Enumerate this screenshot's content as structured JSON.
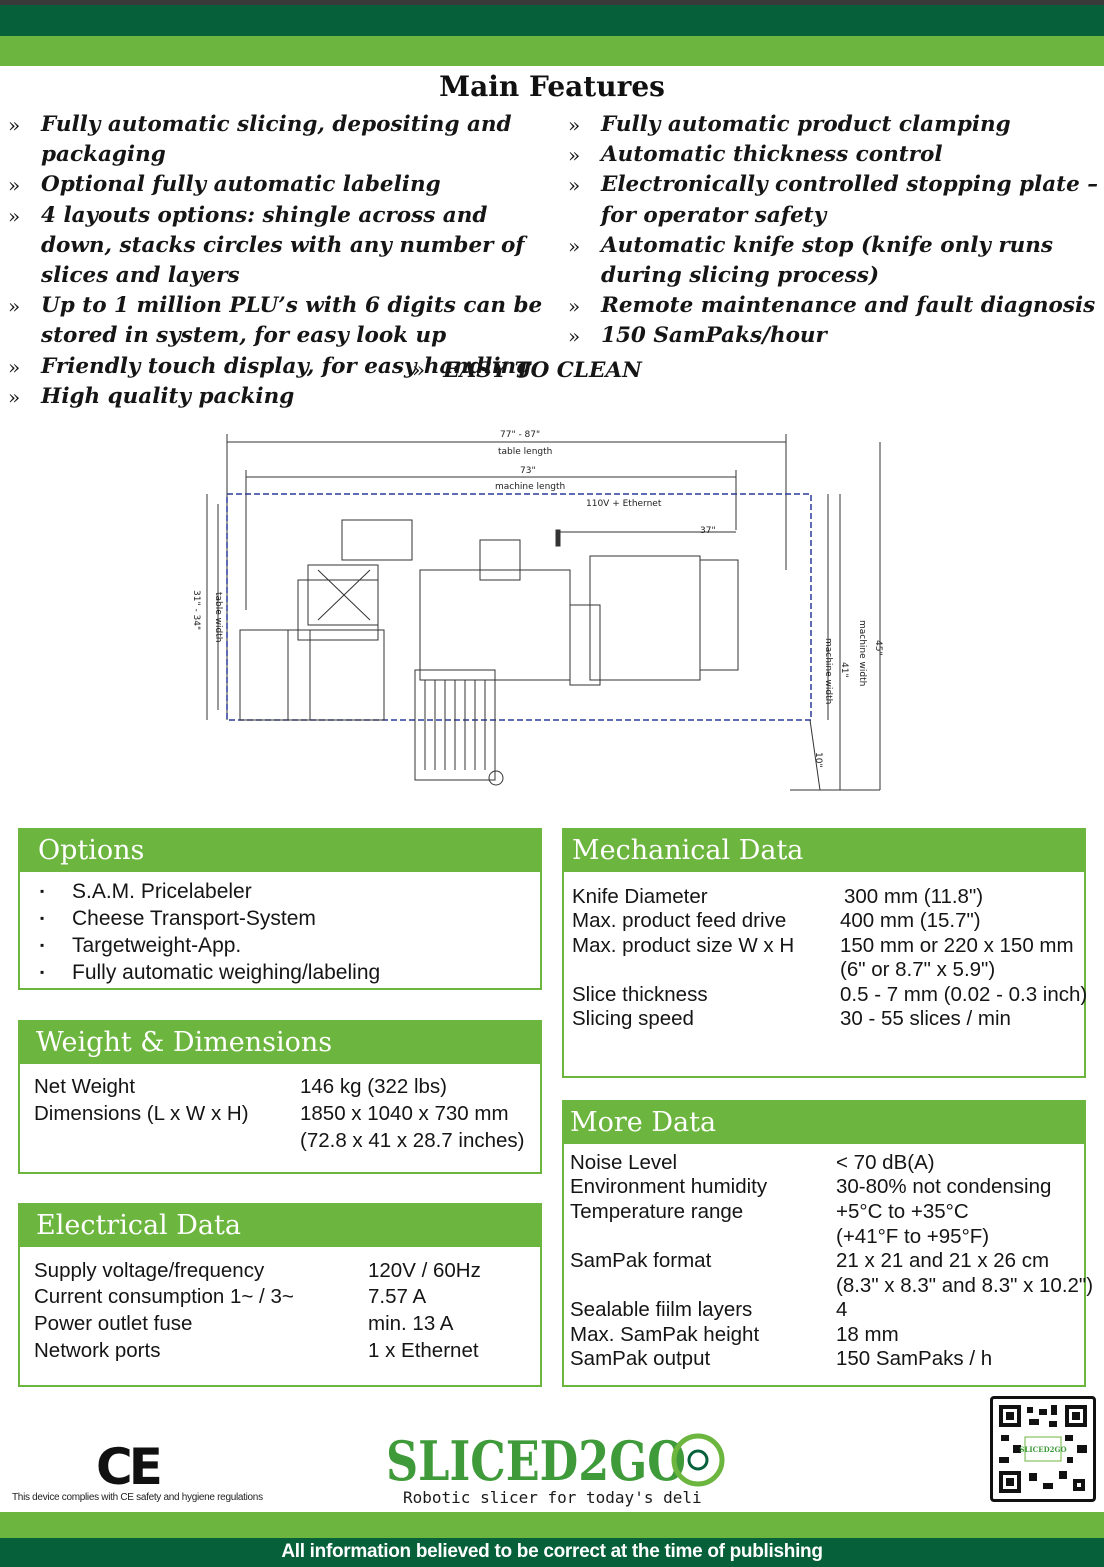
{
  "features": {
    "title": "Main Features",
    "bullet": "»",
    "left": [
      "Fully automatic slicing, depositing and packaging",
      "Optional fully automatic labeling",
      "4 layouts options: shingle across and down, stacks circles with any number of slices and layers",
      "Up to 1 million PLU’s with 6 digits can be stored in system, for easy look up",
      "Friendly touch display, for easy handling",
      "High quality packing"
    ],
    "right": [
      "Fully automatic product clamping",
      "Automatic thickness control",
      "Electronically controlled stopping plate – for operator safety",
      "Automatic knife stop (knife only runs during slicing process)",
      "Remote maintenance and fault diagnosis",
      "150 SamPaks/hour"
    ],
    "center": "EASY TO CLEAN"
  },
  "drawing": {
    "table_length": "77\" - 87\"",
    "table_length_label": "table length",
    "machine_length": "73\"",
    "machine_length_label": "machine length",
    "power": "110V + Ethernet",
    "dim_37": "37\"",
    "table_width": "31\" - 34\"",
    "table_width_label": "table width",
    "machine_width_41": "41\"",
    "machine_width_label": "machine width",
    "machine_width_45": "45\"",
    "dim_10": "10\""
  },
  "options": {
    "title": "Options",
    "items": [
      "S.A.M. Pricelabeler",
      "Cheese Transport-System",
      "Targetweight-App.",
      "Fully automatic weighing/labeling"
    ]
  },
  "weight": {
    "title": "Weight & Dimensions",
    "rows": [
      {
        "label": "Net Weight",
        "value": "146 kg (322 lbs)"
      },
      {
        "label": "Dimensions (L x W x H)",
        "value": "1850 x 1040 x 730 mm"
      },
      {
        "label": "",
        "value": "(72.8 x 41 x 28.7 inches)"
      }
    ]
  },
  "electrical": {
    "title": "Electrical Data",
    "rows": [
      {
        "label": "Supply voltage/frequency",
        "value": "120V / 60Hz"
      },
      {
        "label": "Current consumption 1~ / 3~",
        "value": "7.57 A"
      },
      {
        "label": "Power outlet fuse",
        "value": "min. 13 A"
      },
      {
        "label": "Network ports",
        "value": "1 x Ethernet"
      }
    ]
  },
  "mechanical": {
    "title": "Mechanical Data",
    "rows": [
      {
        "label": "Knife Diameter",
        "value": "300 mm (11.8\")"
      },
      {
        "label": "Max. product feed drive",
        "value": "400 mm (15.7\")"
      },
      {
        "label": "Max. product size W x H",
        "value": "150 mm or 220 x 150 mm"
      },
      {
        "label": "",
        "value": "(6\" or 8.7\" x 5.9\")"
      },
      {
        "label": "Slice thickness",
        "value": "0.5 - 7 mm (0.02 - 0.3 inch)"
      },
      {
        "label": "Slicing speed",
        "value": "30 - 55 slices / min"
      }
    ]
  },
  "more": {
    "title": "More Data",
    "rows": [
      {
        "label": "Noise Level",
        "value": "< 70 dB(A)"
      },
      {
        "label": "Environment humidity",
        "value": "30-80% not condensing"
      },
      {
        "label": "Temperature range",
        "value": "+5°C to +35°C"
      },
      {
        "label": "",
        "value": "(+41°F to +95°F)"
      },
      {
        "label": "SamPak format",
        "value": "21 x 21 and 21 x 26 cm"
      },
      {
        "label": "",
        "value": "(8.3\" x 8.3\" and 8.3\" x 10.2\")"
      },
      {
        "label": "Sealable fiilm layers",
        "value": "4"
      },
      {
        "label": "Max. SamPak height",
        "value": "18 mm"
      },
      {
        "label": "SamPak output",
        "value": "150 SamPaks / h"
      }
    ]
  },
  "footer": {
    "ce_mark": "CE",
    "ce_note": "This device complies with CE safety and hygiene regulations",
    "logo_text": "SLICED2GO",
    "tagline": "Robotic slicer for today's deli",
    "qr_logo": "SLICED2GO",
    "disclaimer": "All information believed to be correct at the time of publishing"
  },
  "colors": {
    "dark_green": "#06603a",
    "light_green": "#6cb53f"
  }
}
